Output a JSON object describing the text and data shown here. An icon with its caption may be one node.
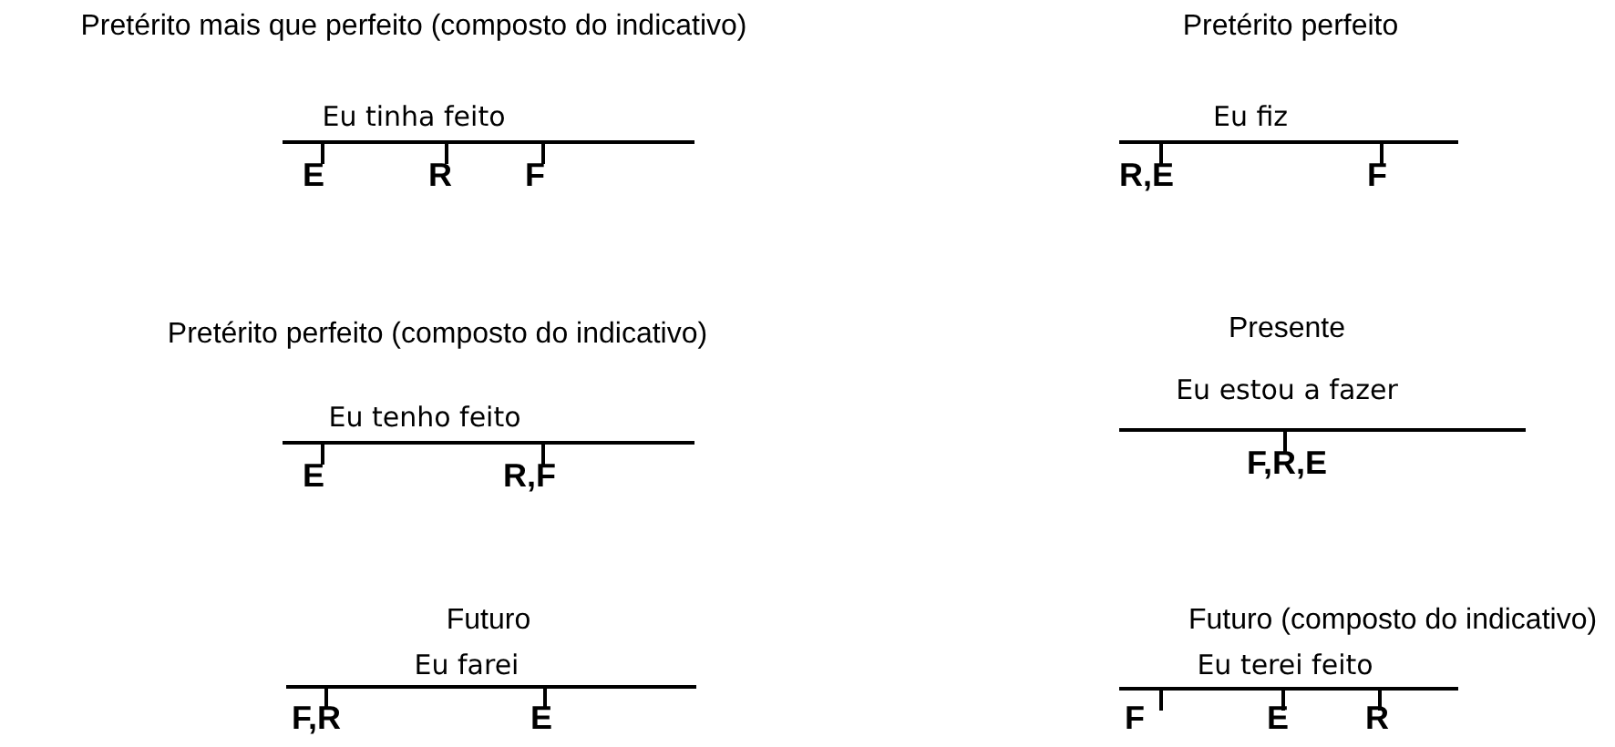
{
  "diagram": {
    "labels": [
      "Pretérito mais que perfeito (composto do indicativo)",
      "Eu tinha feito",
      "E",
      "R",
      "F",
      "Pretérito perfeito",
      "Eu fiz",
      "R,E",
      "F",
      "Pretérito perfeito (composto do indicativo)",
      "Eu tenho feito",
      "E",
      "R,F",
      "Presente",
      "Eu estou a fazer",
      "F,R,E",
      "Futuro",
      "Eu farei",
      "F,R",
      "E",
      "Futuro (composto do indicativo)",
      "Eu terei feito",
      "F",
      "E",
      "R"
    ]
  }
}
